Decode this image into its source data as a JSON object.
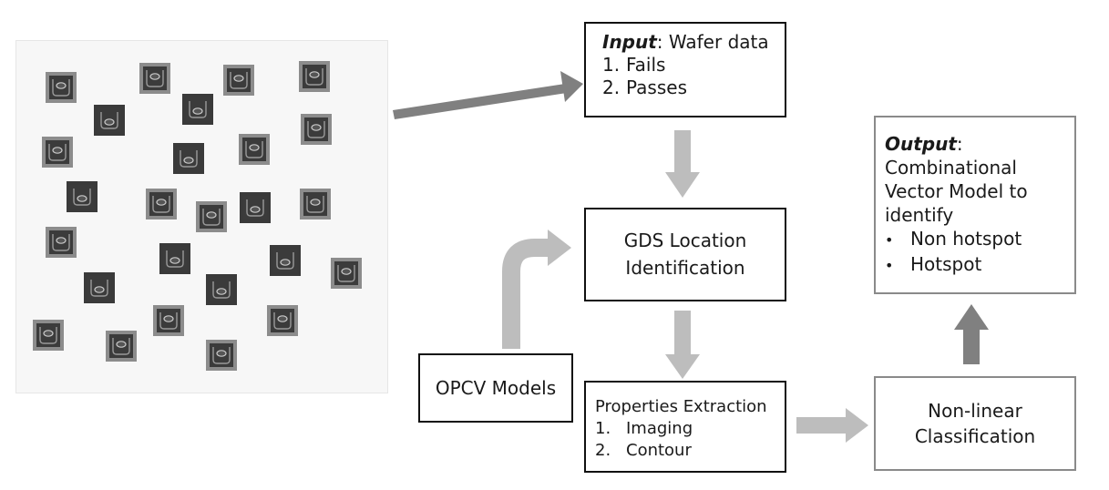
{
  "input_box": {
    "title_bold": "Input",
    "title_rest": ": Wafer data",
    "items": [
      {
        "num": "1.",
        "text": "Fails"
      },
      {
        "num": "2.",
        "text": "Passes"
      }
    ]
  },
  "gds_box": {
    "line1": "GDS Location",
    "line2": "Identification"
  },
  "opcv_box": {
    "label": "OPCV Models"
  },
  "properties_box": {
    "title": "Properties Extraction",
    "items": [
      {
        "num": "1.",
        "text": "Imaging"
      },
      {
        "num": "2.",
        "text": "Contour"
      }
    ]
  },
  "classification_box": {
    "line1": "Non-linear",
    "line2": "Classification"
  },
  "output_box": {
    "title_bold": "Output",
    "title_rest": ":",
    "lines": [
      "Combinational",
      "Vector Model to",
      "identify"
    ],
    "bullets": [
      "Non hotspot",
      "Hotspot"
    ]
  },
  "colors": {
    "arrow_light": "#bdbdbd",
    "arrow_dark": "#808080",
    "box_dark_border": "#111111",
    "box_gray_border": "#8a8a8a"
  }
}
